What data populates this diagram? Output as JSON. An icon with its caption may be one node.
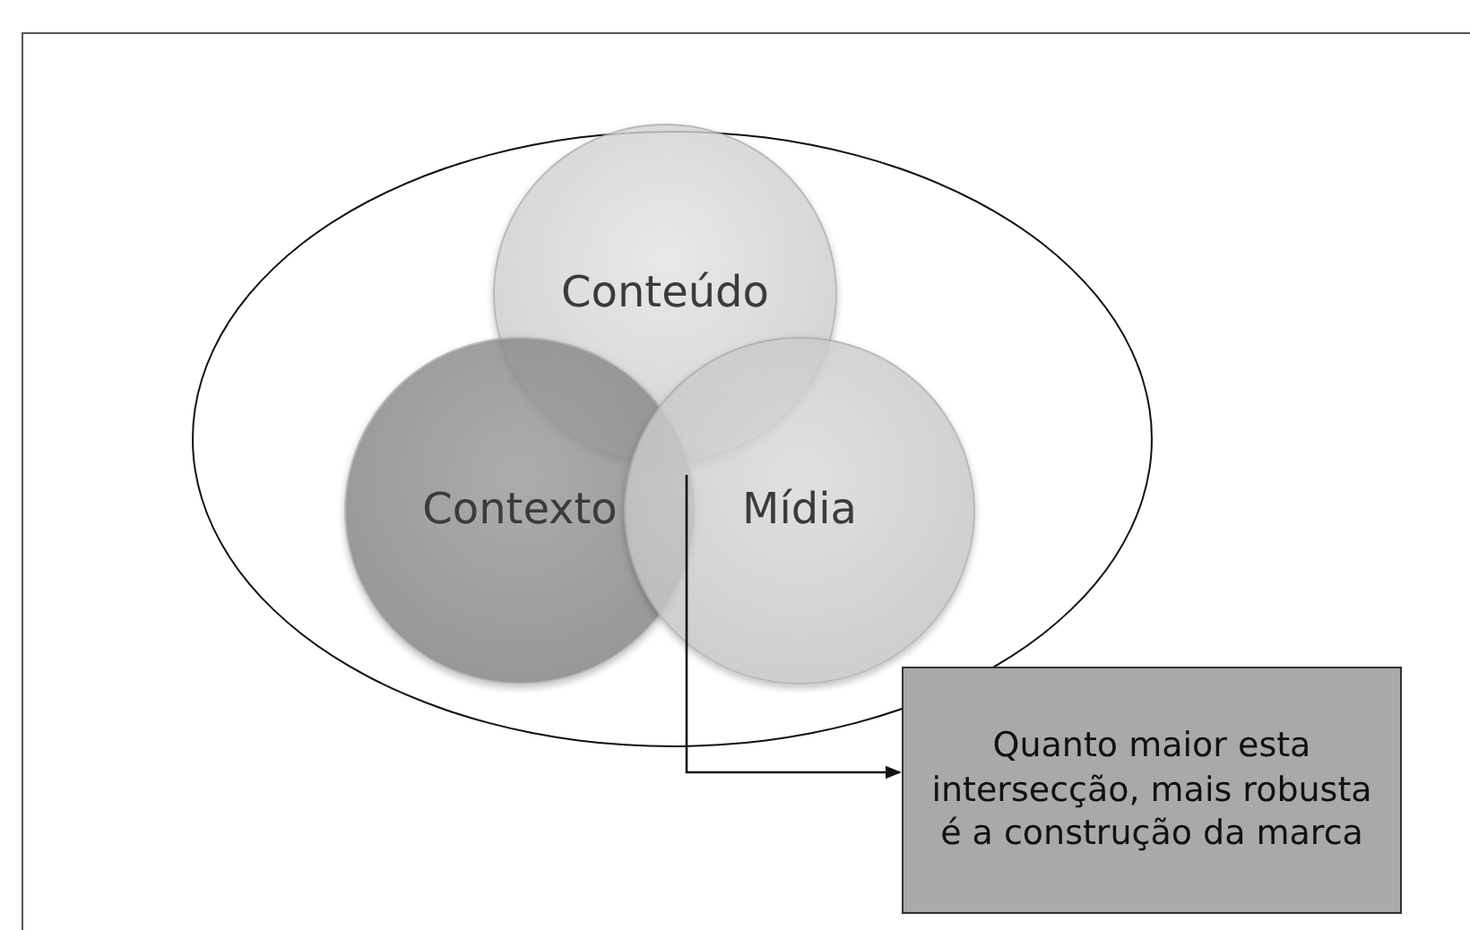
{
  "diagram": {
    "nodes": [
      {
        "text": [],
        "shape": "ellipse"
      },
      {
        "text": [
          "Conteúdo"
        ],
        "in": 0
      },
      {
        "text": [
          "Contexto"
        ],
        "in": 0
      },
      {
        "text": [
          "Mídia"
        ],
        "in": 0
      },
      {
        "text": [
          "Quanto maior esta intersecção, mais robusta é a construção da marca"
        ]
      }
    ],
    "edges": [
      {
        "from": 2,
        "to": 4,
        "arrow": "to"
      }
    ]
  }
}
